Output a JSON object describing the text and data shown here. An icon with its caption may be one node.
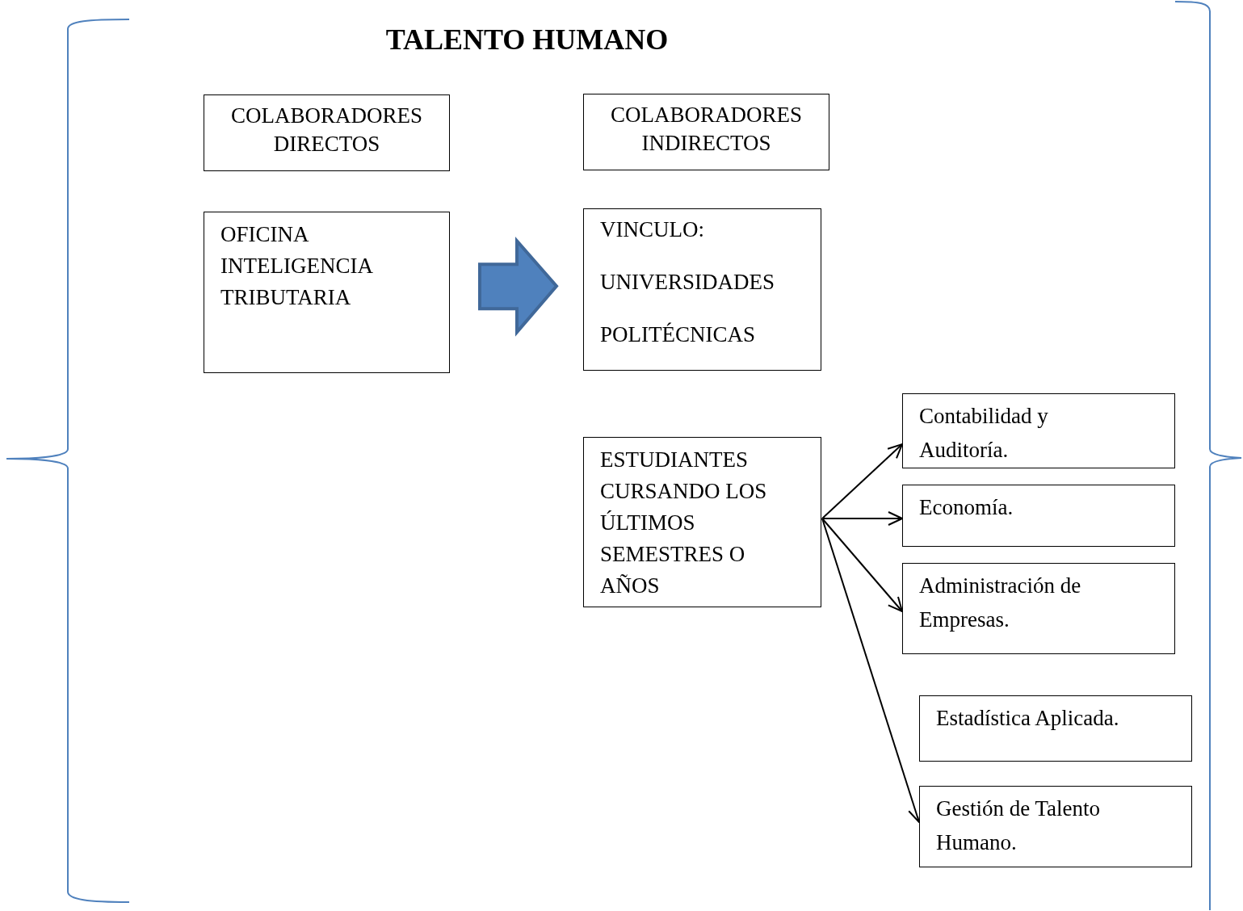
{
  "diagram": {
    "title": "TALENTO HUMANO",
    "nodes": [
      {
        "text": [
          "COLABORADORES DIRECTOS"
        ]
      },
      {
        "text": [
          "COLABORADORES INDIRECTOS"
        ]
      },
      {
        "text": [
          "OFICINA INTELIGENCIA TRIBUTARIA"
        ]
      },
      {
        "text": [
          "VINCULO:",
          "UNIVERSIDADES",
          "POLITÉCNICAS"
        ]
      },
      {
        "text": [
          "ESTUDIANTES CURSANDO LOS ÚLTIMOS SEMESTRES O AÑOS"
        ]
      },
      {
        "text": [
          "Contabilidad y Auditoría."
        ]
      },
      {
        "text": [
          "Economía."
        ]
      },
      {
        "text": [
          "Administración de Empresas."
        ]
      },
      {
        "text": [
          "Estadística Aplicada."
        ]
      },
      {
        "text": [
          "Gestión de Talento Humano."
        ]
      }
    ],
    "edges": [
      {
        "from": 2,
        "to": 3,
        "arrow": "to",
        "style": "thick",
        "color": "#4f81bd"
      },
      {
        "from": 4,
        "to": 5,
        "arrow": "to"
      },
      {
        "from": 4,
        "to": 6,
        "arrow": "to"
      },
      {
        "from": 4,
        "to": 7,
        "arrow": "to"
      },
      {
        "from": 4,
        "to": 9,
        "arrow": "to"
      }
    ]
  }
}
